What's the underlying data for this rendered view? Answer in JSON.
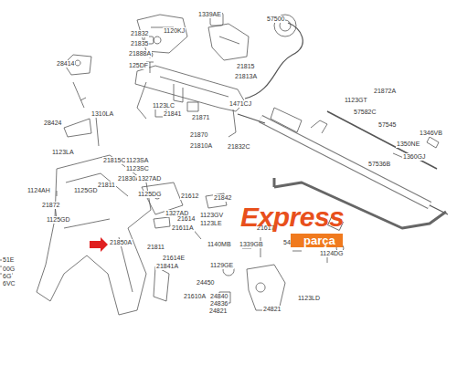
{
  "diagram": {
    "labels": [
      "1339AE",
      "1120KJ",
      "57500",
      "21832",
      "21835",
      "21888A",
      "125DF",
      "21815",
      "21813A",
      "28414",
      "1123LC",
      "21841",
      "21871",
      "21870",
      "21810A",
      "21832C",
      "1471CJ",
      "1123GT",
      "57582C",
      "21872A",
      "57545",
      "1346VB",
      "1350NE",
      "1360GJ",
      "57536B",
      "28424",
      "1310LA",
      "21815C",
      "1123SA",
      "1123SC",
      "21830A",
      "1327AD",
      "21811",
      "1123LA",
      "1124AH",
      "1125GD",
      "1125DG",
      "21612",
      "21842",
      "1327AD",
      "21872",
      "1125GD",
      "21614",
      "1123GV",
      "1123LE",
      "21611A",
      "21614E",
      "21841A",
      "21811",
      "21850A",
      "1140MB",
      "21617",
      "54815C",
      "1124DG",
      "1339GB",
      "1129GE",
      "24450",
      "21610A",
      "24840",
      "24836",
      "24821",
      "24821",
      "1123LD",
      "51E",
      "00G",
      "6G",
      "6VC",
      "Express",
      "parça"
    ]
  }
}
